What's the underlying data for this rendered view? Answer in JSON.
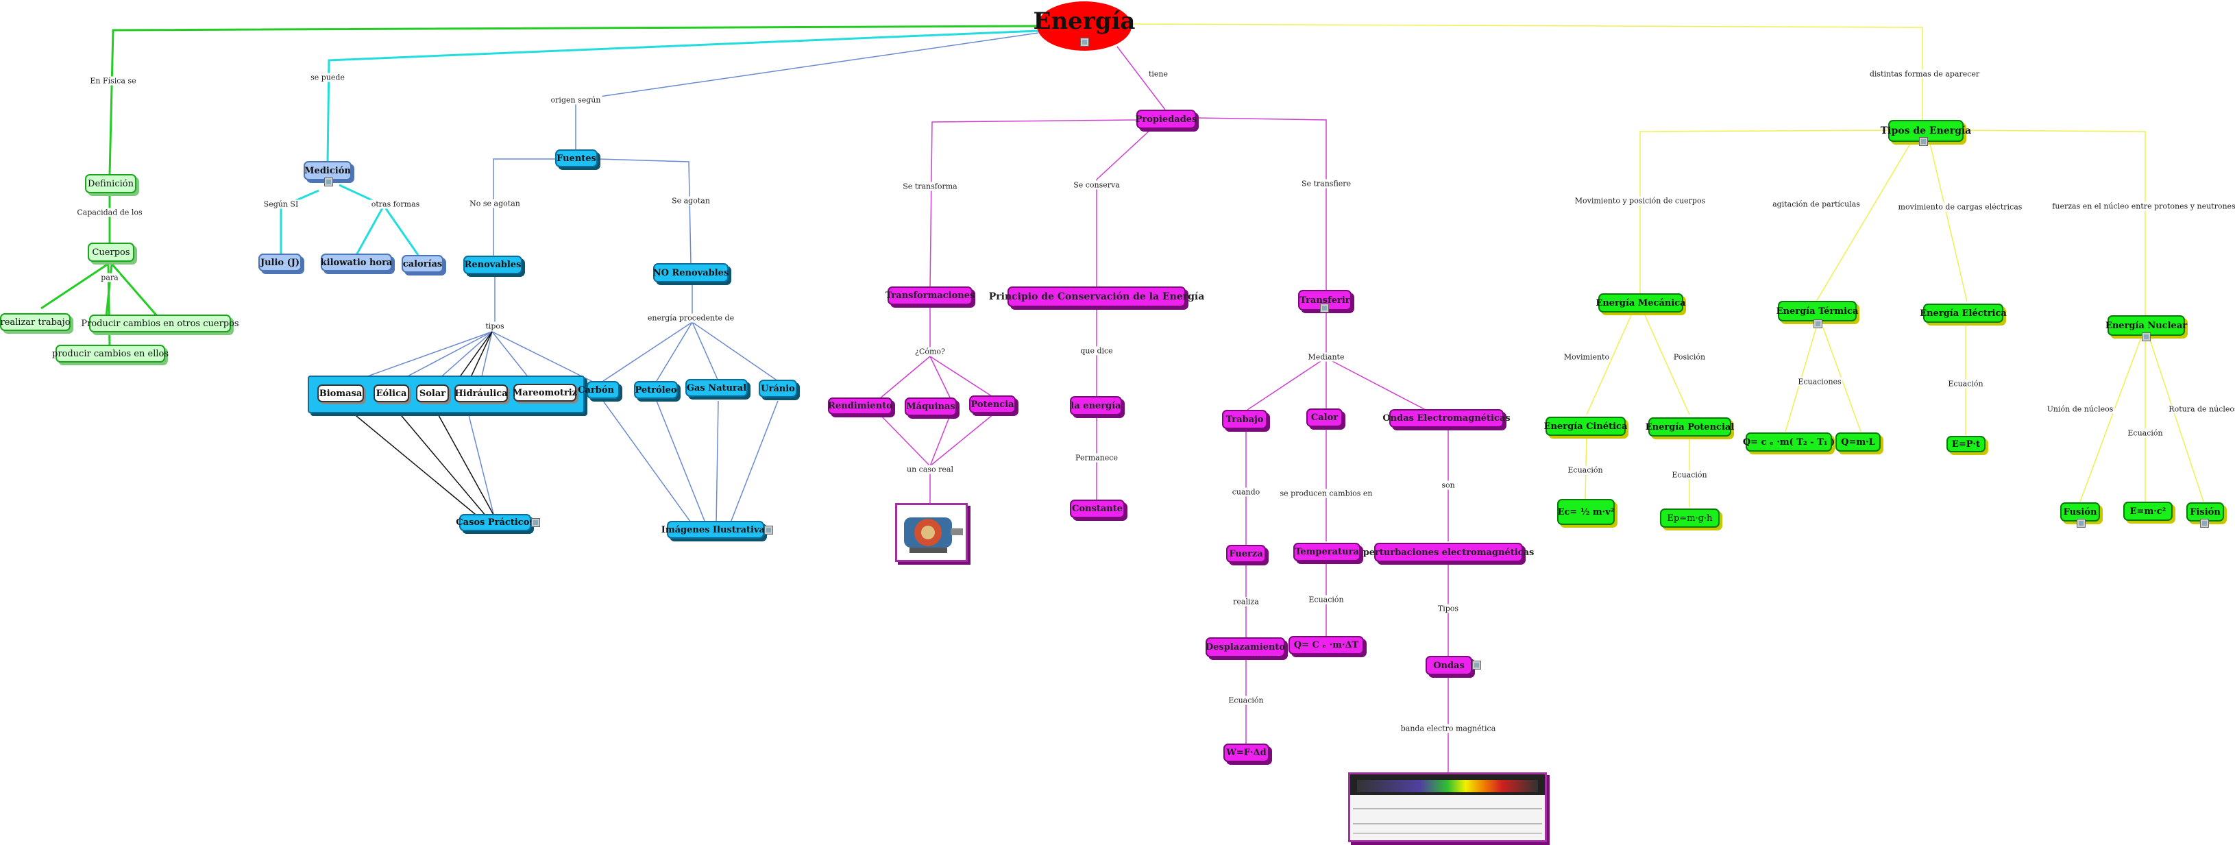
{
  "root": {
    "label": "Energía"
  },
  "nodes": {
    "definicion": "Definición",
    "cuerpos": "Cuerpos",
    "realizar_trabajo": "realizar trabajo",
    "producir_cambios_otros": "Producir cambios en otros cuerpos",
    "producir_cambios_ellos": "producir cambios en ellos",
    "medicion": "Medición",
    "julio": "Julio (J)",
    "kilowatio": "kilowatio hora",
    "calorias": "calorías",
    "fuentes": "Fuentes",
    "renovables": "Renovables",
    "no_renovables": "NO Renovables",
    "biomasa": "Biomasa",
    "eolica": "Eólica",
    "solar": "Solar",
    "hidraulica": "Hidráulica",
    "mareomotriz": "Mareomotriz",
    "carbon": "Carbón",
    "petroleo": "Petróleo",
    "gas_natural": "Gas Natural",
    "uranio": "Uránio",
    "casos_practicos": "Casos Prácticos",
    "imagenes_ilustrativas": "Imágenes Ilustrativas",
    "propiedades": "Propiedades",
    "transformaciones": "Transformaciones",
    "rendimiento": "Rendimiento",
    "maquinas": "Máquinas",
    "potencia": "Potencia",
    "principio": "Principio de Conservación de la Energía",
    "la_energia": "la energía",
    "constante": "Constante",
    "transferir": "Transferir",
    "trabajo": "Trabajo",
    "calor": "Calor",
    "ondas": "Ondas Electromagnéticas",
    "fuerza": "Fuerza",
    "temperatura": "Temperatura",
    "perturbaciones": "perturbaciones electromagnéticas",
    "desplazamiento": "Desplazamiento",
    "q_calor": "Q= C ₑ ·m·ΔT",
    "w_eq": "W=F·Δd",
    "ondas_tipos": "Ondas",
    "tipos_energia": "Tipos de Energía",
    "mecanica": "Energía Mecánica",
    "termica": "Energía Térmica",
    "electrica": "Energía Eléctrica",
    "nuclear": "Energía Nuclear",
    "cinetica": "Energía Cinética",
    "potencial": "Energía Potencial",
    "ec_eq": "Ec= ½ m·v²",
    "ep_eq": "Ep=m·g·h",
    "q_termica": "Q= c ₑ ·m( T₂ - T₁ )",
    "q_ml": "Q=m·L",
    "e_pt": "E=P·t",
    "fusion1": "Fusión",
    "e_mc2": "E=m·c²",
    "fision": "Fisión"
  },
  "links": {
    "en_fisica": "En Física se",
    "se_puede": "se puede",
    "origen": "origen según",
    "tiene": "tiene",
    "distintas": "distintas formas de aparecer",
    "capacidad": "Capacidad de los",
    "para": "para",
    "segun_si": "Según SI",
    "otras_formas": "otras formas",
    "no_se_agotan": "No se agotan",
    "se_agotan": "Se agotan",
    "tipos": "tipos",
    "energia_procedente": "energía procedente de",
    "se_transforma": "Se transforma",
    "se_conserva": "Se conserva",
    "se_transfiere": "Se transfiere",
    "como": "¿Cómo?",
    "un_caso_real": "un caso real",
    "que_dice": "que dice",
    "permanece": "Permanece",
    "mediante": "Mediante",
    "cuando": "cuando",
    "se_producen": "se producen cambios en",
    "son": "son",
    "realiza": "realiza",
    "ecuacion1": "Ecuación",
    "ecuacion2": "Ecuación",
    "tipos2": "Tipos",
    "banda": "banda electro magnética",
    "mov_pos": "Movimiento y posición de cuerpos",
    "agitacion": "agitación de partículas",
    "mov_cargas": "movimiento de cargas eléctricas",
    "fuerzas_nucleo": "fuerzas en el núcleo entre protones y neutrones",
    "movimiento": "Movimiento",
    "posicion": "Posición",
    "ecuacion_c": "Ecuación",
    "ecuacion_p": "Ecuación",
    "ecuaciones": "Ecuaciones",
    "ecuacion_e": "Ecuación",
    "union": "Unión de núcleos",
    "ecuacion_n": "Ecuación",
    "rotura": "Rotura de núcleos"
  },
  "colors": {
    "root": "#ff0000",
    "green_line": "#22cc22",
    "cyan_line": "#22dddd",
    "blue_line": "#6a8ad0",
    "magenta_line": "#d040d0",
    "yellow_line": "#f0f050"
  }
}
